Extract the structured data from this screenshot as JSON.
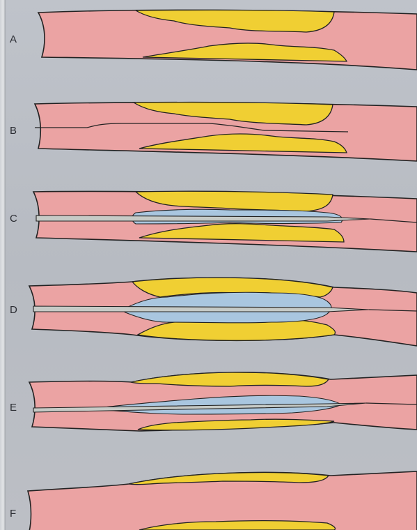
{
  "panels": [
    {
      "label": "A"
    },
    {
      "label": "B"
    },
    {
      "label": "C"
    },
    {
      "label": "D"
    },
    {
      "label": "E"
    },
    {
      "label": "F"
    }
  ],
  "colors": {
    "background": "#b9bdc4",
    "vessel_wall": "#eba3a3",
    "plaque": "#f0cf33",
    "balloon": "#a9c6df",
    "catheter": "#c6cac6",
    "outline": "#222222"
  }
}
